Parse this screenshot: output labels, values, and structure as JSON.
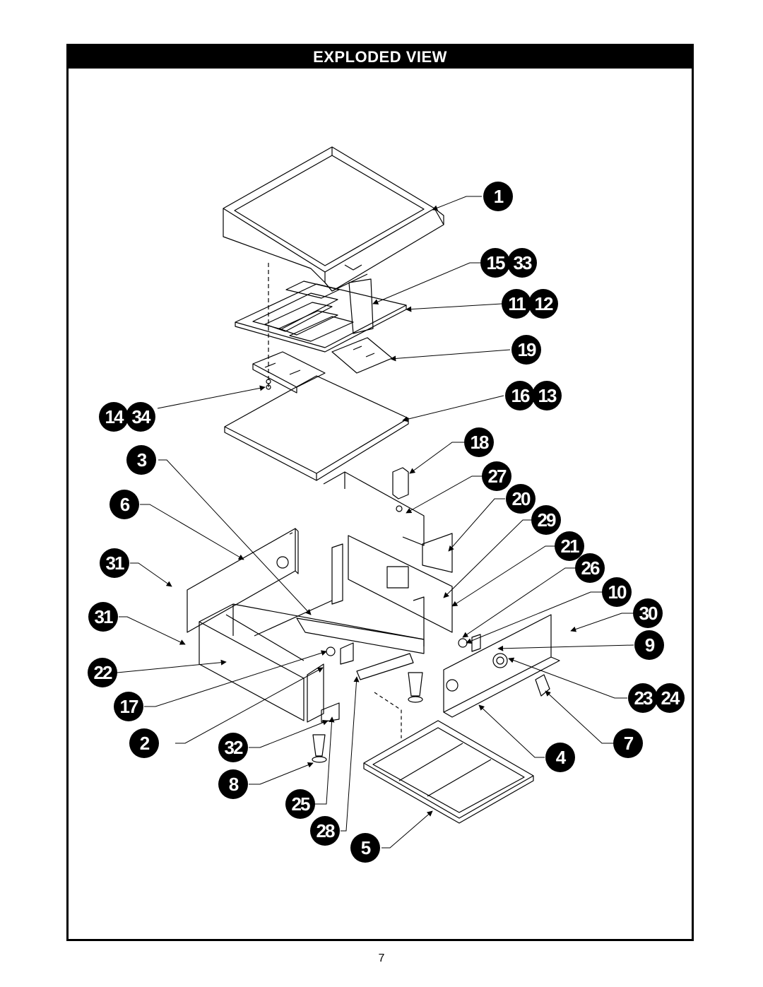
{
  "header": {
    "title": "EXPLODED VIEW"
  },
  "page_number": "7",
  "callouts": [
    {
      "id": "c1",
      "label": "1"
    },
    {
      "id": "c2",
      "label": "15 33"
    },
    {
      "id": "c3",
      "label": "11 12"
    },
    {
      "id": "c4",
      "label": "19"
    },
    {
      "id": "c5",
      "label": "16 13"
    },
    {
      "id": "c6",
      "label": "14 34"
    },
    {
      "id": "c7",
      "label": "3"
    },
    {
      "id": "c8",
      "label": "18"
    },
    {
      "id": "c9",
      "label": "27"
    },
    {
      "id": "c10",
      "label": "6"
    },
    {
      "id": "c11",
      "label": "20"
    },
    {
      "id": "c12",
      "label": "29"
    },
    {
      "id": "c13",
      "label": "31"
    },
    {
      "id": "c14",
      "label": "21"
    },
    {
      "id": "c15",
      "label": "26"
    },
    {
      "id": "c16",
      "label": "10"
    },
    {
      "id": "c17",
      "label": "31"
    },
    {
      "id": "c18",
      "label": "30"
    },
    {
      "id": "c19",
      "label": "9"
    },
    {
      "id": "c20",
      "label": "22"
    },
    {
      "id": "c21",
      "label": "23 24"
    },
    {
      "id": "c22",
      "label": "17"
    },
    {
      "id": "c23",
      "label": "2"
    },
    {
      "id": "c24",
      "label": "7"
    },
    {
      "id": "c25",
      "label": "32"
    },
    {
      "id": "c26",
      "label": "4"
    },
    {
      "id": "c27",
      "label": "8"
    },
    {
      "id": "c28",
      "label": "25"
    },
    {
      "id": "c29",
      "label": "28"
    },
    {
      "id": "c30",
      "label": "5"
    }
  ]
}
